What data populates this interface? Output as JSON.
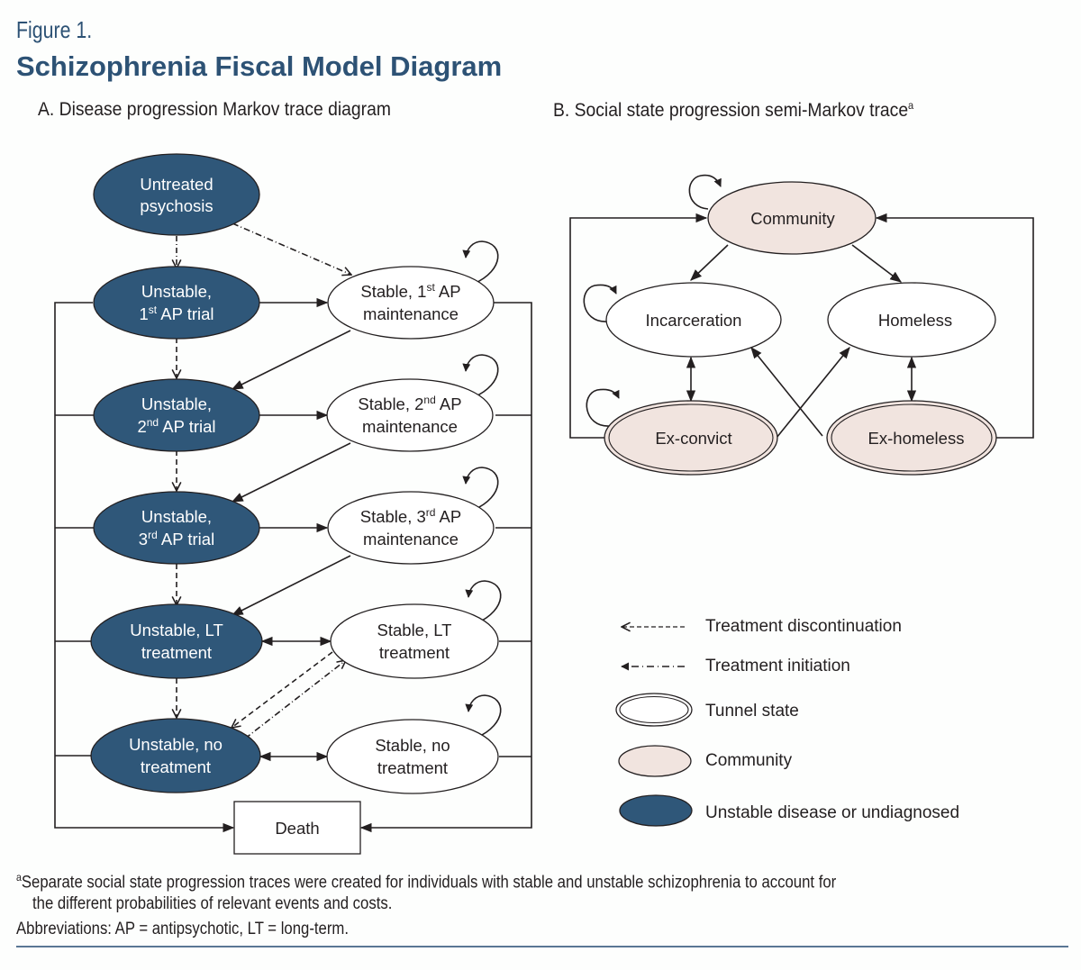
{
  "figure": {
    "label": "Figure 1.",
    "title": "Schizophrenia Fiscal Model Diagram"
  },
  "panelA": {
    "title": "A. Disease progression Markov trace diagram",
    "nodes": {
      "untreated": {
        "line1": "Untreated",
        "line2": "psychosis"
      },
      "u1": {
        "line1": "Unstable,",
        "line2_pre": "1",
        "line2_sup": "st",
        "line2_post": " AP trial"
      },
      "u2": {
        "line1": "Unstable,",
        "line2_pre": "2",
        "line2_sup": "nd",
        "line2_post": " AP trial"
      },
      "u3": {
        "line1": "Unstable,",
        "line2_pre": "3",
        "line2_sup": "rd",
        "line2_post": " AP trial"
      },
      "ult": {
        "line1": "Unstable, LT",
        "line2": "treatment"
      },
      "uno": {
        "line1": "Unstable, no",
        "line2": "treatment"
      },
      "s1": {
        "line1_pre": "Stable, 1",
        "line1_sup": "st",
        "line1_post": " AP",
        "line2": "maintenance"
      },
      "s2": {
        "line1_pre": "Stable, 2",
        "line1_sup": "nd",
        "line1_post": " AP",
        "line2": "maintenance"
      },
      "s3": {
        "line1_pre": "Stable, 3",
        "line1_sup": "rd",
        "line1_post": " AP",
        "line2": "maintenance"
      },
      "slt": {
        "line1": "Stable, LT",
        "line2": "treatment"
      },
      "sno": {
        "line1": "Stable, no",
        "line2": "treatment"
      },
      "death": {
        "label": "Death"
      }
    }
  },
  "panelB": {
    "title": "B. Social state progression semi-Markov trace",
    "title_sup": "a",
    "nodes": {
      "community": "Community",
      "incarceration": "Incarceration",
      "homeless": "Homeless",
      "exconvict": "Ex-convict",
      "exhomeless": "Ex-homeless"
    }
  },
  "legend": [
    {
      "symbol": "dashed-arrow",
      "label": "Treatment discontinuation"
    },
    {
      "symbol": "dash-dot-arrow",
      "label": "Treatment initiation"
    },
    {
      "symbol": "double-ellipse",
      "label": "Tunnel state"
    },
    {
      "symbol": "community-ellipse",
      "label": "Community"
    },
    {
      "symbol": "dark-ellipse",
      "label": "Unstable disease or undiagnosed"
    }
  ],
  "colors": {
    "unstable": "#2f5779",
    "community": "#f1e4df",
    "title": "#2d5275",
    "line": "#231f20"
  },
  "footnotes": {
    "a_marker": "a",
    "a_line1": "Separate social state progression traces were created for individuals with stable and unstable schizophrenia to account for",
    "a_line2": "the different probabilities of relevant events and costs.",
    "abbreviations": "Abbreviations: AP = antipsychotic, LT = long-term."
  }
}
